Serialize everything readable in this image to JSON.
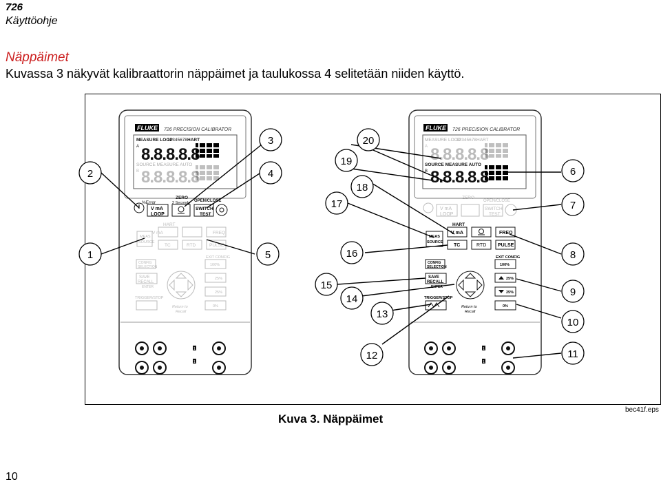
{
  "header": {
    "model": "726",
    "subtitle": "Käyttöohje"
  },
  "section": {
    "title": "Näppäimet",
    "text": "Kuvassa 3 näkyvät kalibraattorin näppäimet ja taulukossa 4 selitetään niiden käyttö."
  },
  "figure": {
    "brand": "FLUKE",
    "model_label": "726 PRECISION CALIBRATOR",
    "display": {
      "measure_label": "MEASURE LOOP",
      "channel_digits": "12345678",
      "hart_label": "HART",
      "source_label": "SOURCE MEASURE AUTO",
      "digits": "8.8.8.8.8",
      "letter_a": "A",
      "letter_b": "B"
    },
    "row_top_labels": {
      "error": "%Error",
      "zero": "ZERO",
      "two_seconds": "2 Seconds",
      "open_close": "OPEN/CLOSE"
    },
    "keys": {
      "vma_loop_line1": "V  mA",
      "vma_loop_line2": "LOOP",
      "switch_test_line1": "SWITCH",
      "switch_test_line2": "TEST",
      "hart": "HART",
      "v_ma": "V  mA",
      "freq": "FREQ",
      "meas_source_line1": "MEAS",
      "meas_source_line2": "SOURCE",
      "tc": "TC",
      "rtd": "RTD",
      "pulse": "PULSE",
      "exit_config": "EXIT CONFIG",
      "p100": "100%",
      "config_line1": "CONFIG",
      "config_line2": "SELECTION",
      "save_line1": "SAVE",
      "save_line2": "RECALL",
      "enter": "ENTER",
      "p25_up": "25%",
      "p25_down": "25%",
      "trigger_stop": "TRIGGER/STOP",
      "return_line1": "Return to",
      "return_line2": "Recall",
      "p0": "0%",
      "jack_mark_top": "1",
      "jack_mark_bottom": "1"
    },
    "callouts": [
      "1",
      "2",
      "3",
      "4",
      "5",
      "6",
      "7",
      "8",
      "9",
      "10",
      "11",
      "12",
      "13",
      "14",
      "15",
      "16",
      "17",
      "18",
      "19",
      "20"
    ]
  },
  "caption": "Kuva 3. Näppäimet",
  "file_tag": "bec41f.eps",
  "page_number": "10"
}
